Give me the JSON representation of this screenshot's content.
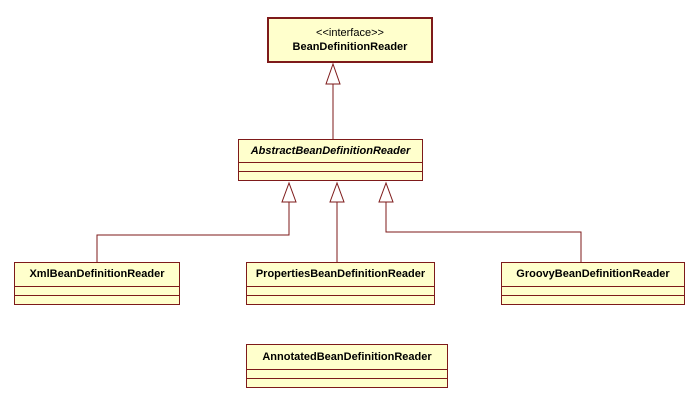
{
  "colors": {
    "background": "#FFFFFF",
    "box_fill": "#FFFFCC",
    "line": "#7E1A1A",
    "text": "#000000"
  },
  "classes": [
    {
      "stereotype": "<<interface>>",
      "name": "BeanDefinitionReader",
      "kind": "interface"
    },
    {
      "name": "AbstractBeanDefinitionReader",
      "kind": "abstract-class"
    },
    {
      "name": "XmlBeanDefinitionReader",
      "kind": "class"
    },
    {
      "name": "PropertiesBeanDefinitionReader",
      "kind": "class"
    },
    {
      "name": "GroovyBeanDefinitionReader",
      "kind": "class"
    },
    {
      "name": "AnnotatedBeanDefinitionReader",
      "kind": "class"
    }
  ],
  "relationships": [
    {
      "from": "AbstractBeanDefinitionReader",
      "to": "BeanDefinitionReader",
      "type": "generalization"
    },
    {
      "from": "XmlBeanDefinitionReader",
      "to": "AbstractBeanDefinitionReader",
      "type": "generalization"
    },
    {
      "from": "PropertiesBeanDefinitionReader",
      "to": "AbstractBeanDefinitionReader",
      "type": "generalization"
    },
    {
      "from": "GroovyBeanDefinitionReader",
      "to": "AbstractBeanDefinitionReader",
      "type": "generalization"
    }
  ]
}
